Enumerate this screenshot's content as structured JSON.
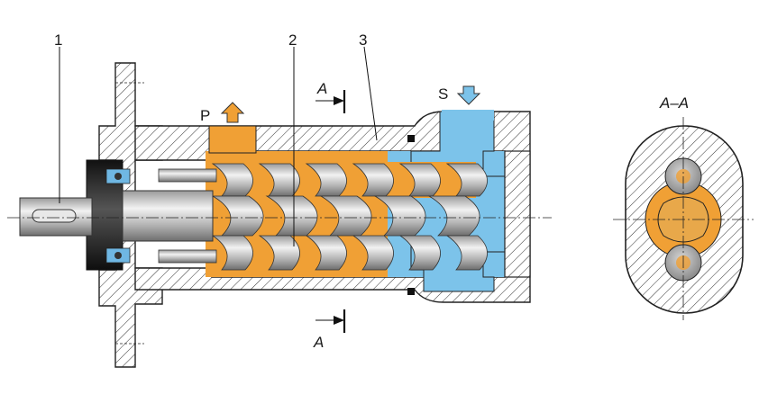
{
  "labels": {
    "part_1": "1",
    "part_2": "2",
    "part_3": "3",
    "pressure_port": "P",
    "suction_port": "S",
    "section_mark_top": "A",
    "section_mark_bottom": "A",
    "section_title": "A–A"
  },
  "colors": {
    "pressure_fluid": "#f0a035",
    "suction_fluid": "#7cc3ea",
    "housing_fill": "#ffffff",
    "hatch": "#333333",
    "steel": "#b8b8b8",
    "dark_steel": "#1e1e1e",
    "outline": "#222222"
  },
  "icons": {
    "pressure_arrow": "arrow-up-icon",
    "suction_arrow": "arrow-down-icon"
  }
}
